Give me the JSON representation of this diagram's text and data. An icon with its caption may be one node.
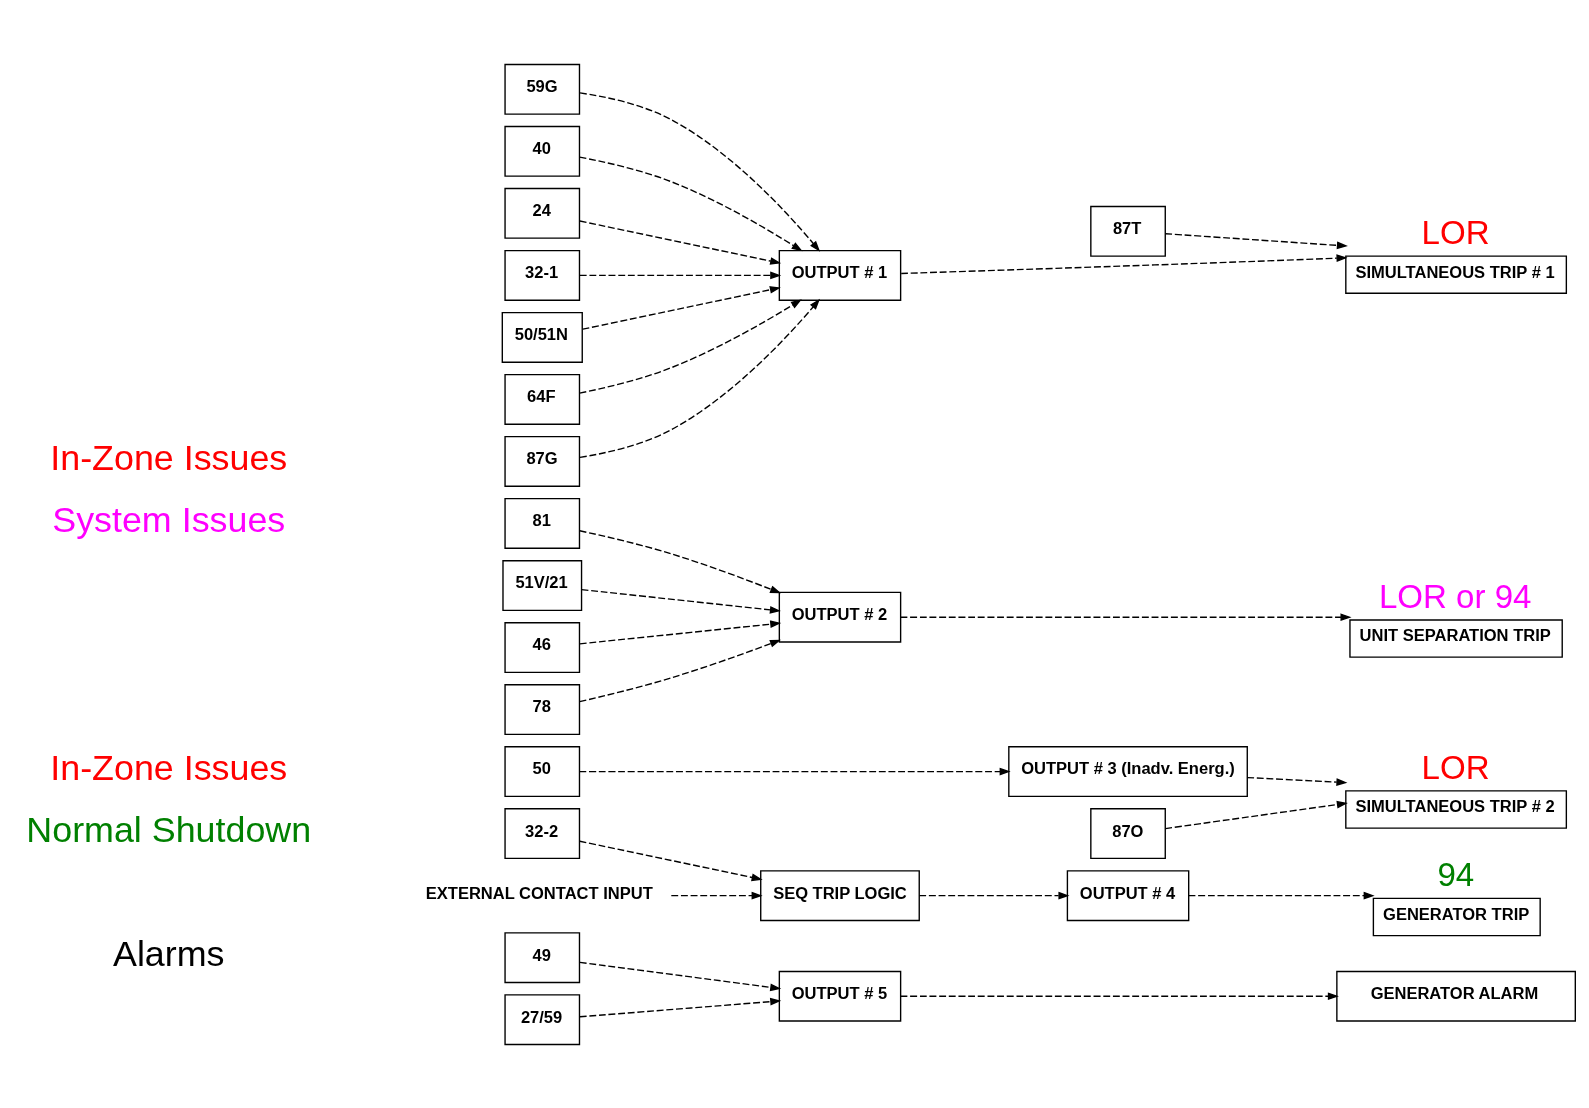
{
  "diagram": {
    "nodes": [
      {
        "text": [
          "87G"
        ]
      },
      {
        "text": [
          "59G"
        ]
      },
      {
        "text": [
          "40"
        ]
      },
      {
        "text": [
          "24"
        ]
      },
      {
        "text": [
          "32-1"
        ]
      },
      {
        "text": [
          "50/51N"
        ]
      },
      {
        "text": [
          "64F"
        ]
      },
      {
        "text": [
          "OUTPUT # 1"
        ]
      },
      {
        "text": [
          "SIMULTANEOUS TRIP # 1"
        ],
        "beside": [
          "LOR"
        ]
      },
      {
        "text": [
          "87T"
        ]
      },
      {
        "text": [
          "81"
        ]
      },
      {
        "text": [
          "51V/21"
        ]
      },
      {
        "text": [
          "46"
        ]
      },
      {
        "text": [
          "78"
        ]
      },
      {
        "text": [
          "OUTPUT # 2"
        ]
      },
      {
        "text": [
          "UNIT SEPARATION TRIP"
        ],
        "beside": [
          "LOR or 94"
        ]
      },
      {
        "text": [
          "50"
        ]
      },
      {
        "text": [
          "OUTPUT # 3 (Inadv. Energ.)"
        ]
      },
      {
        "text": [
          "87O"
        ]
      },
      {
        "text": [
          "SIMULTANEOUS TRIP # 2"
        ],
        "beside": [
          "LOR"
        ]
      },
      {
        "text": [
          "32-2"
        ]
      },
      {
        "text": [
          "EXTERNAL CONTACT INPUT"
        ]
      },
      {
        "text": [
          "SEQ TRIP LOGIC"
        ]
      },
      {
        "text": [
          "OUTPUT # 4"
        ]
      },
      {
        "text": [
          "GENERATOR TRIP"
        ],
        "beside": [
          "94"
        ]
      },
      {
        "text": [
          "49"
        ]
      },
      {
        "text": [
          "27/59"
        ]
      },
      {
        "text": [
          "OUTPUT # 5"
        ]
      },
      {
        "text": [
          "GENERATOR ALARM"
        ]
      }
    ],
    "edges": [
      {
        "from": 0,
        "to": 7,
        "arrow": "to",
        "style": "dashed"
      },
      {
        "from": 1,
        "to": 7,
        "arrow": "to",
        "style": "dashed"
      },
      {
        "from": 2,
        "to": 7,
        "arrow": "to",
        "style": "dashed"
      },
      {
        "from": 3,
        "to": 7,
        "arrow": "to",
        "style": "dashed"
      },
      {
        "from": 4,
        "to": 7,
        "arrow": "to",
        "style": "dashed"
      },
      {
        "from": 5,
        "to": 7,
        "arrow": "to",
        "style": "dashed"
      },
      {
        "from": 6,
        "to": 7,
        "arrow": "to",
        "style": "dashed"
      },
      {
        "from": 7,
        "to": 8,
        "arrow": "to",
        "style": "dashed"
      },
      {
        "from": 9,
        "to": 8,
        "arrow": "to",
        "style": "dashed"
      },
      {
        "from": 10,
        "to": 14,
        "arrow": "to",
        "style": "dashed"
      },
      {
        "from": 11,
        "to": 14,
        "arrow": "to",
        "style": "dashed"
      },
      {
        "from": 12,
        "to": 14,
        "arrow": "to",
        "style": "dashed"
      },
      {
        "from": 13,
        "to": 14,
        "arrow": "to",
        "style": "dashed"
      },
      {
        "from": 14,
        "to": 15,
        "arrow": "to",
        "style": "dashed"
      },
      {
        "from": 16,
        "to": 17,
        "arrow": "to",
        "style": "dashed"
      },
      {
        "from": 18,
        "to": 19,
        "arrow": "to",
        "style": "dashed"
      },
      {
        "from": 17,
        "to": 19,
        "arrow": "to",
        "style": "dashed"
      },
      {
        "from": 20,
        "to": 22,
        "arrow": "to",
        "style": "dashed"
      },
      {
        "from": 21,
        "to": 22,
        "arrow": "to",
        "style": "dashed"
      },
      {
        "from": 22,
        "to": 23,
        "arrow": "to",
        "style": "dashed"
      },
      {
        "from": 23,
        "to": 24,
        "arrow": "to",
        "style": "dashed"
      },
      {
        "from": 25,
        "to": 27,
        "arrow": "to",
        "style": "dashed"
      },
      {
        "from": 26,
        "to": 27,
        "arrow": "to",
        "style": "dashed"
      },
      {
        "from": 27,
        "to": 28,
        "arrow": "to",
        "style": "dashed"
      }
    ],
    "labels": [
      "In-Zone Issues",
      "System Issues",
      "In-Zone Issues",
      "Normal Shutdown",
      "Alarms"
    ]
  }
}
